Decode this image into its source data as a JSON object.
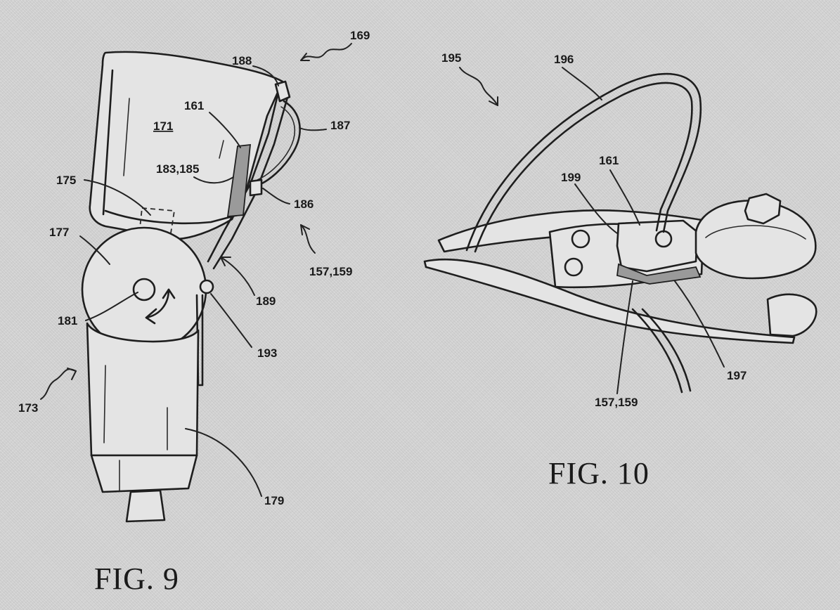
{
  "figures": {
    "fig9": {
      "title": "FIG. 9",
      "labels": {
        "l169": "169",
        "l188": "188",
        "l161": "161",
        "l171": "171",
        "l187": "187",
        "l183": "183,185",
        "l175": "175",
        "l186": "186",
        "l177": "177",
        "l157": "157,159",
        "l189": "189",
        "l181": "181",
        "l193": "193",
        "l173": "173",
        "l179": "179"
      }
    },
    "fig10": {
      "title": "FIG. 10",
      "labels": {
        "l195": "195",
        "l196": "196",
        "l161": "161",
        "l199": "199",
        "l157": "157,159",
        "l197": "197"
      }
    }
  },
  "colors": {
    "paper": "#d6d6d6",
    "ink": "#1e1e1e"
  }
}
